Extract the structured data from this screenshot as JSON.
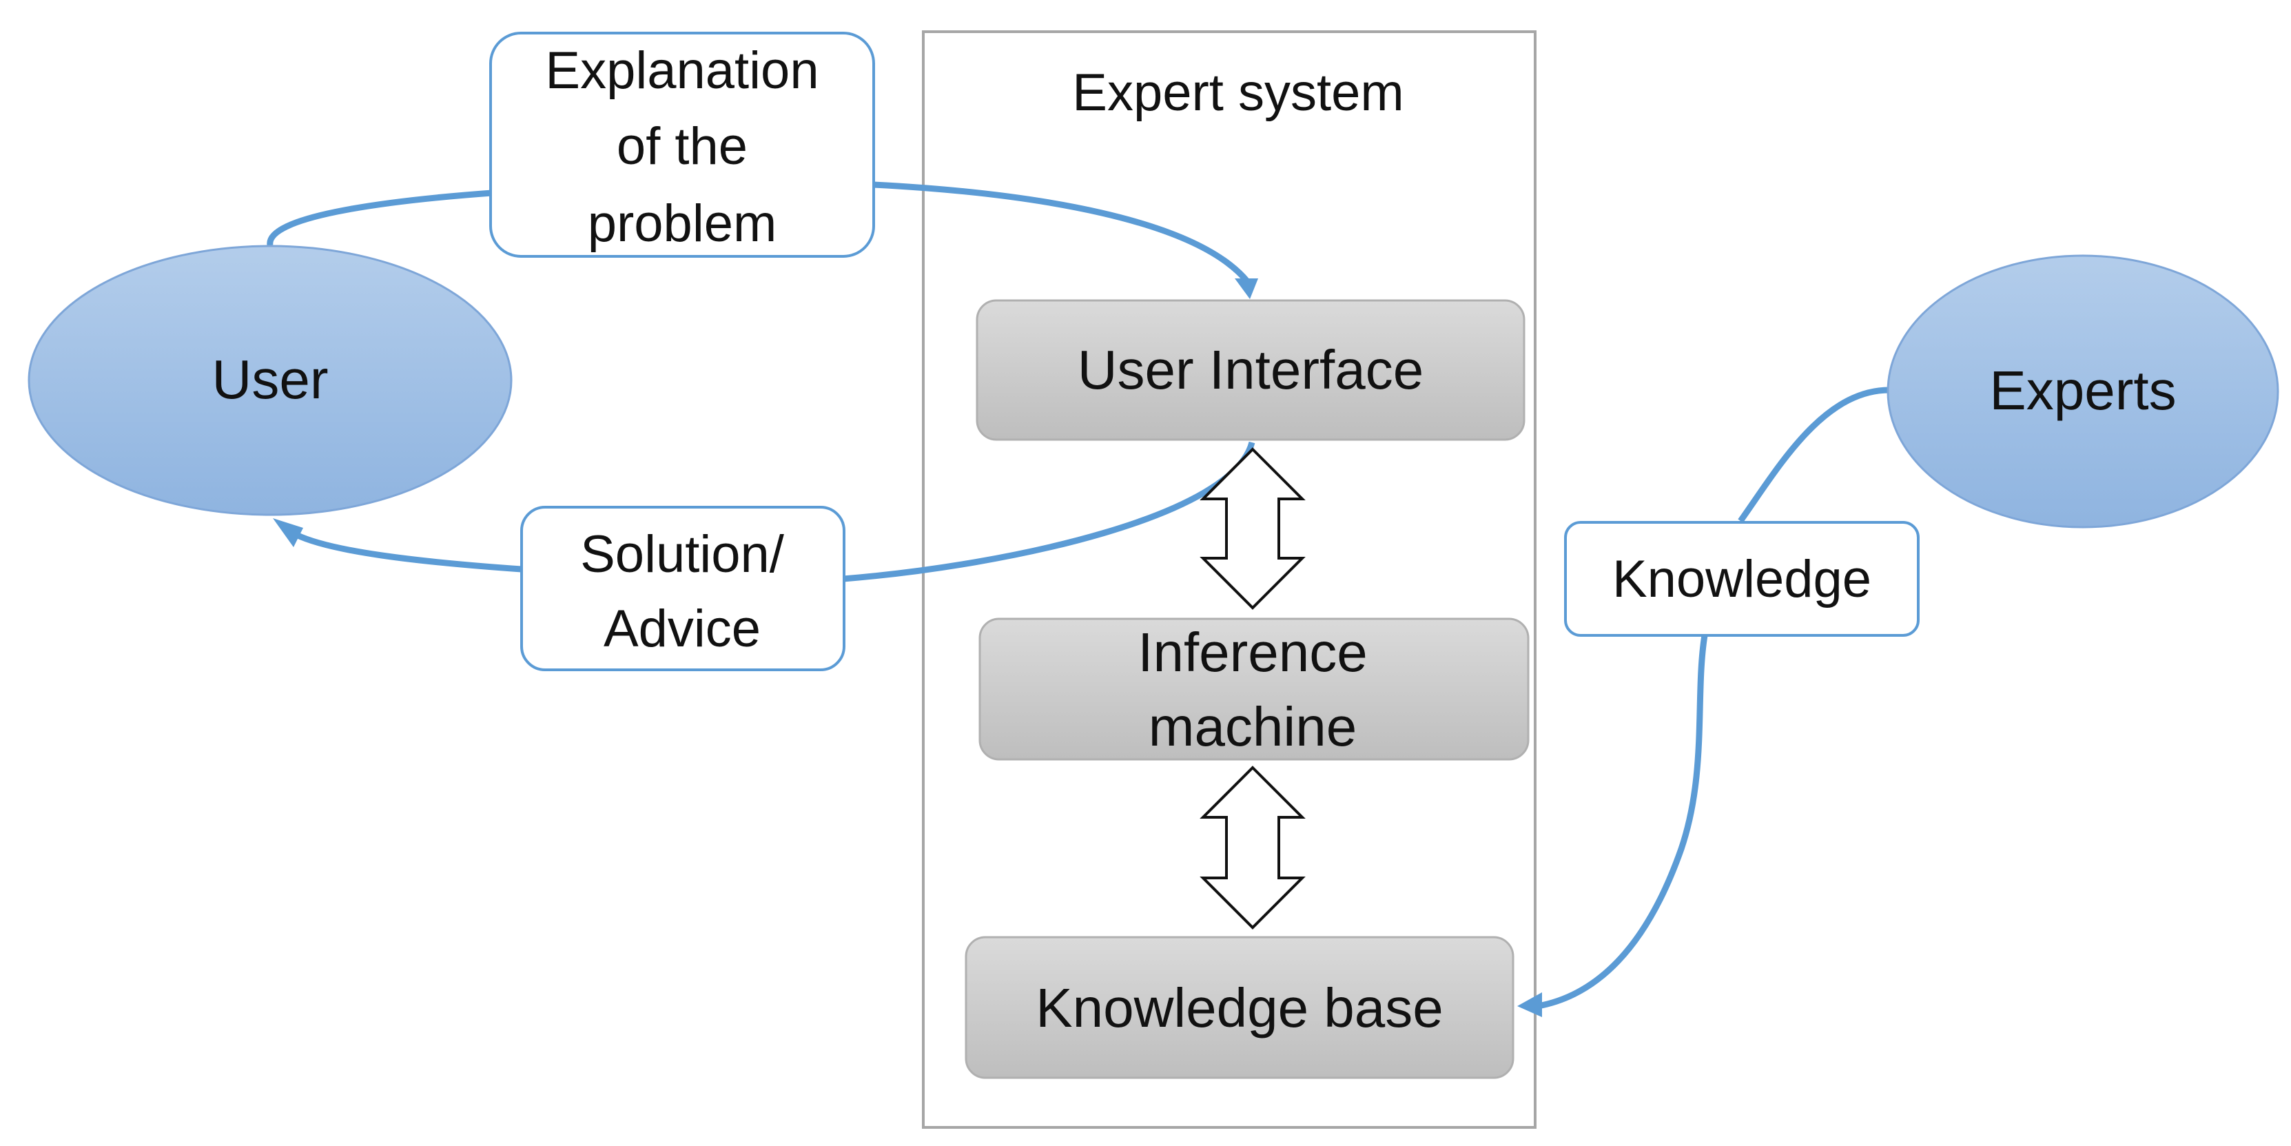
{
  "diagram": {
    "container": {
      "title": "Expert system"
    },
    "actors": {
      "user": {
        "label": "User"
      },
      "experts": {
        "label": "Experts"
      }
    },
    "components": {
      "user_interface": {
        "label": "User Interface"
      },
      "inference": {
        "lines": [
          "Inference",
          "machine"
        ]
      },
      "knowledge_base": {
        "label": "Knowledge base"
      }
    },
    "edge_labels": {
      "problem": {
        "lines": [
          "Explanation",
          "of the",
          "problem"
        ]
      },
      "solution": {
        "lines": [
          "Solution/",
          "Advice"
        ]
      },
      "knowledge": {
        "label": "Knowledge"
      }
    },
    "colors": {
      "accent_blue": "#5b9bd5",
      "ellipse_top": "#b3cdeb",
      "ellipse_bottom": "#8fb4e0",
      "box_top": "#dadada",
      "box_bottom": "#bebebe",
      "container_border": "#a6a6a6"
    }
  }
}
